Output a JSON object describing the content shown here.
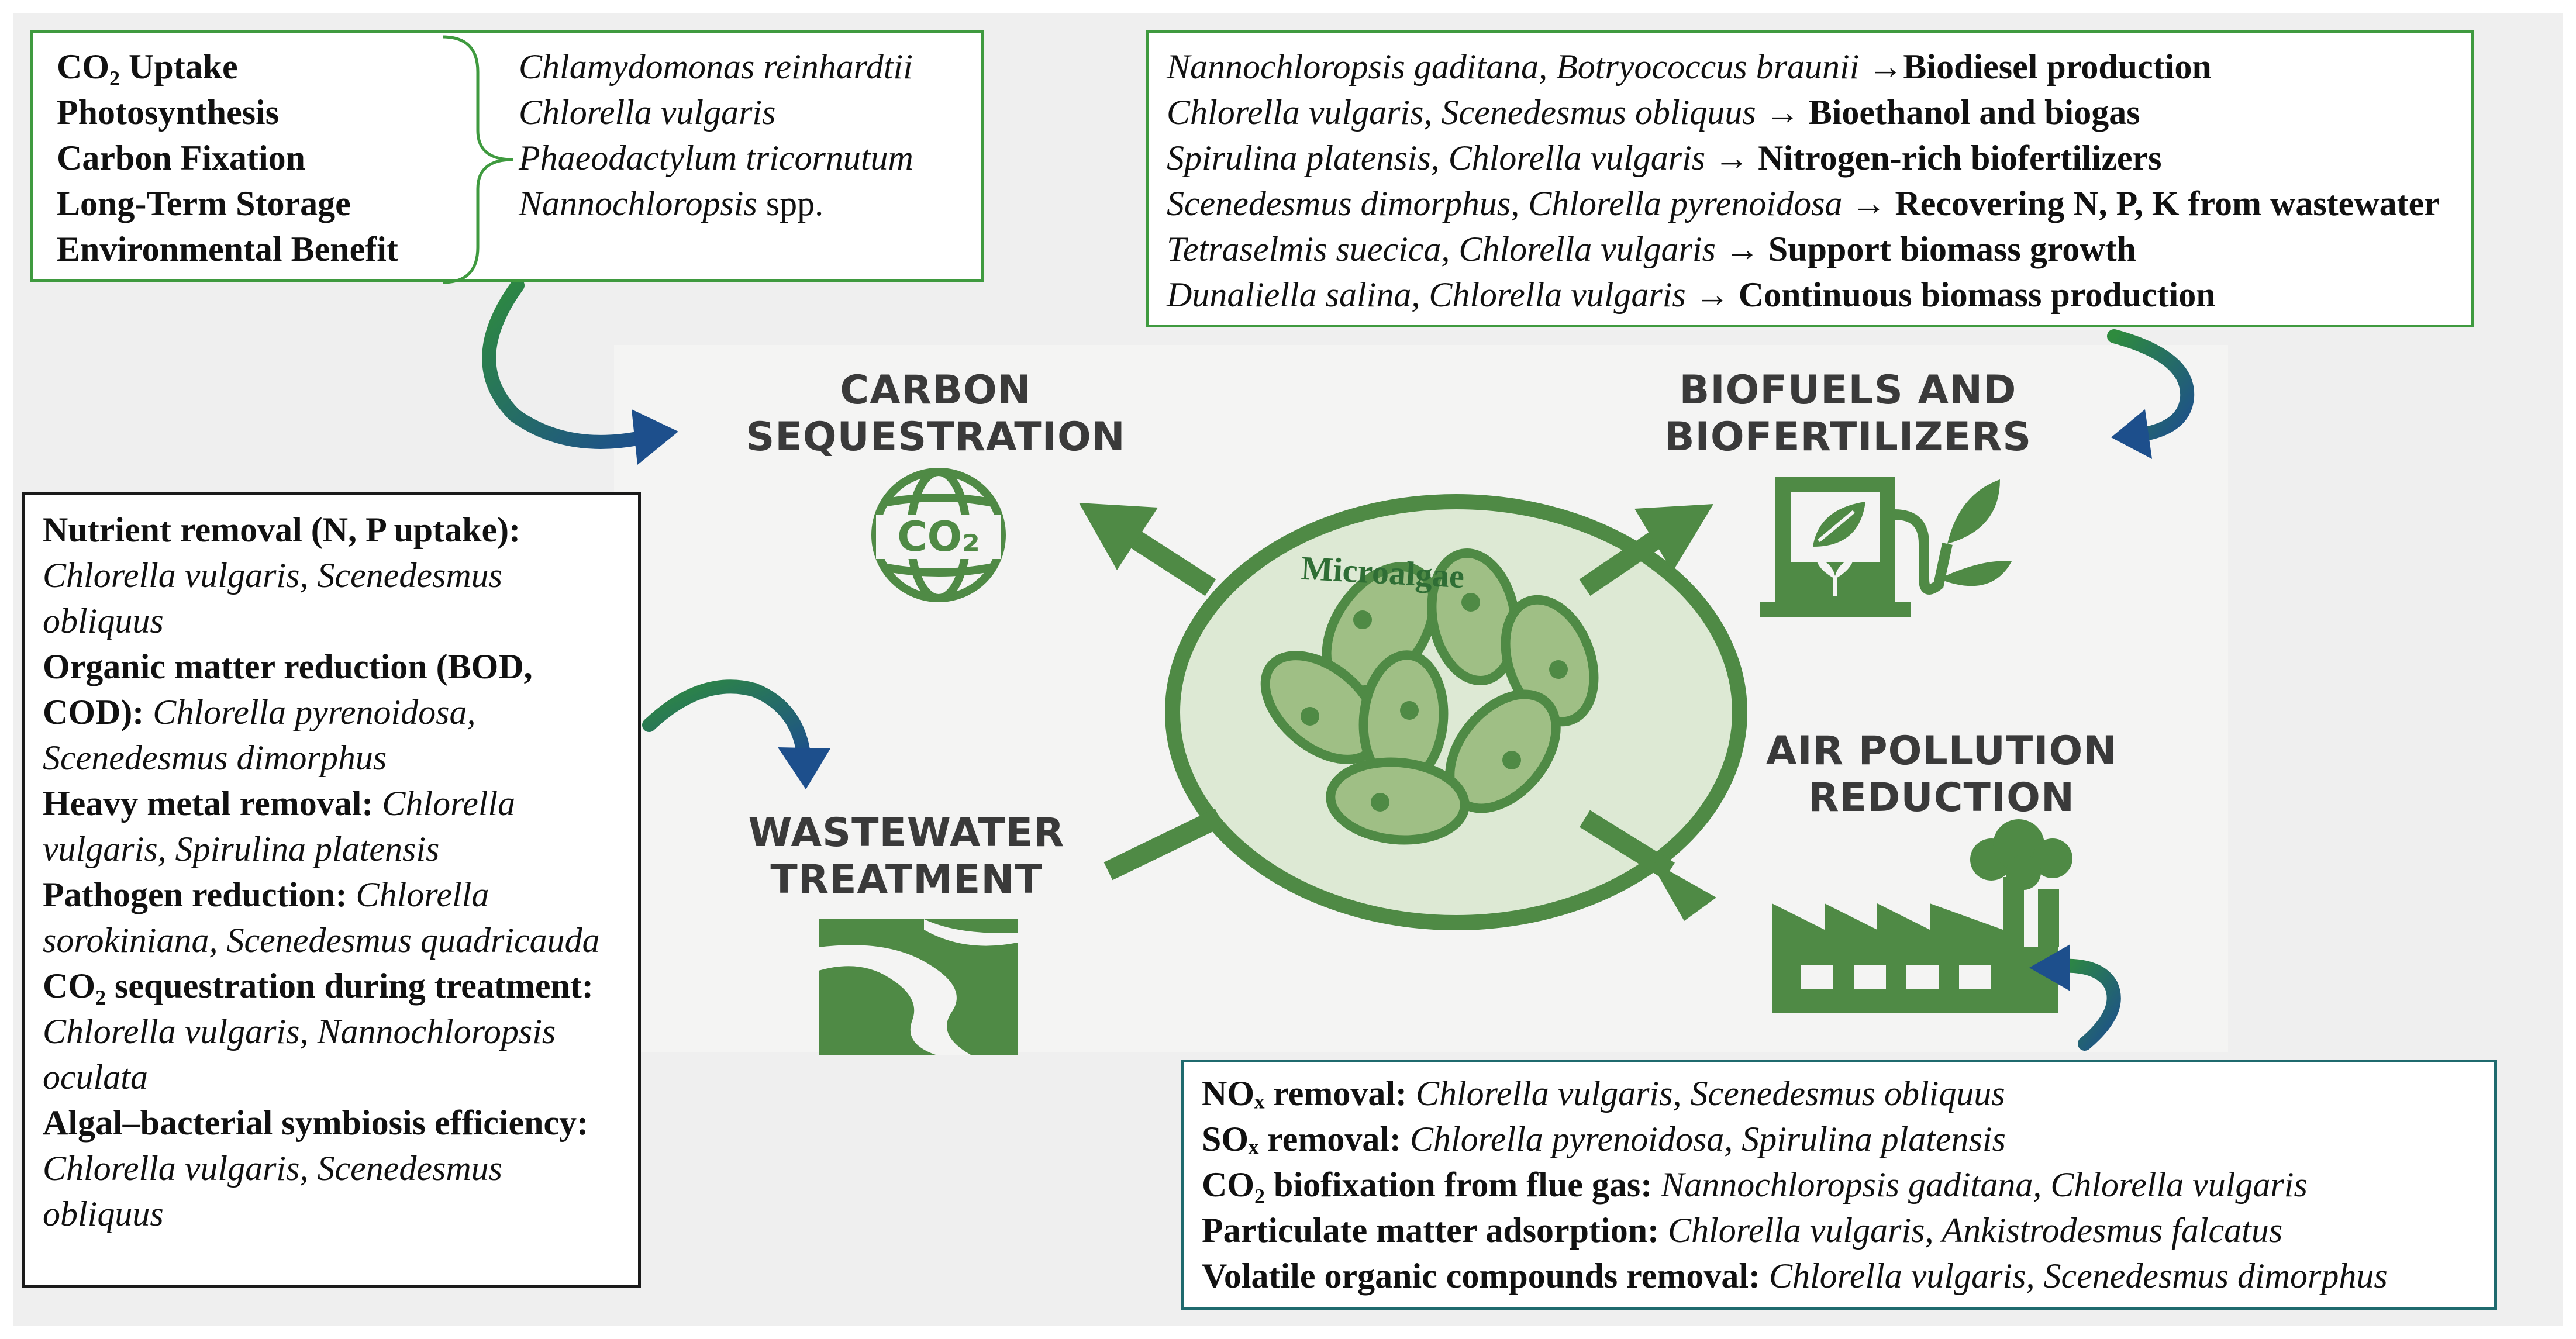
{
  "center": {
    "label": "Microalgae"
  },
  "sections": {
    "carbon": {
      "line1": "CARBON",
      "line2": "SEQUESTRATION",
      "icon_text": "CO₂"
    },
    "biofuels": {
      "line1": "BIOFUELS AND",
      "line2": "BIOFERTILIZERS"
    },
    "wastewater": {
      "line1": "WASTEWATER",
      "line2": "TREATMENT"
    },
    "air": {
      "line1": "AIR POLLUTION",
      "line2": "REDUCTION"
    }
  },
  "co2_box": {
    "topics": [
      "CO₂ Uptake",
      "Photosynthesis",
      "Carbon Fixation",
      "Long-Term Storage",
      "Environmental Benefit"
    ],
    "species": [
      {
        "name": "Chlamydomonas reinhardtii",
        "suffix": ""
      },
      {
        "name": "Chlorella vulgaris",
        "suffix": ""
      },
      {
        "name": "Phaeodactylum tricornutum",
        "suffix": ""
      },
      {
        "name": "Nannochloropsis",
        "suffix": " spp."
      }
    ]
  },
  "bio_box": {
    "items": [
      {
        "species": "Nannochloropsis gaditana, Botryococcus braunii ",
        "arrow": "→",
        "use": "Biodiesel production"
      },
      {
        "species": "Chlorella vulgaris, Scenedesmus obliquus ",
        "arrow": "→ ",
        "use": "Bioethanol and biogas"
      },
      {
        "species": "Spirulina platensis, Chlorella vulgaris ",
        "arrow": "→ ",
        "use": "Nitrogen-rich biofertilizers"
      },
      {
        "species": "Scenedesmus dimorphus, Chlorella pyrenoidosa ",
        "arrow": "→ ",
        "use": "Recovering N, P, K from wastewater"
      },
      {
        "species": "Tetraselmis suecica, Chlorella vulgaris ",
        "arrow": "→ ",
        "use": "Support biomass growth"
      },
      {
        "species": "Dunaliella salina, Chlorella vulgaris ",
        "arrow": "→ ",
        "use": "Continuous biomass production"
      }
    ]
  },
  "ww_box": {
    "items": [
      {
        "label": "Nutrient removal (N, P uptake):",
        "species": "Chlorella vulgaris, Scenedesmus obliquus"
      },
      {
        "label": "Organic matter reduction (BOD, COD):",
        "species": "Chlorella pyrenoidosa, Scenedesmus dimorphus"
      },
      {
        "label": "Heavy metal removal:",
        "species": "Chlorella vulgaris, Spirulina platensis"
      },
      {
        "label": "Pathogen reduction:",
        "species": "Chlorella sorokiniana, Scenedesmus quadricauda"
      },
      {
        "label": "CO₂ sequestration during treatment:",
        "species": "Chlorella vulgaris, Nannochloropsis oculata"
      },
      {
        "label": "Algal–bacterial symbiosis efficiency:",
        "species": "Chlorella vulgaris, Scenedesmus obliquus"
      }
    ]
  },
  "air_box": {
    "items": [
      {
        "label": "NOₓ removal:",
        "species": "Chlorella vulgaris, Scenedesmus obliquus"
      },
      {
        "label": "SOₓ removal:",
        "species": "Chlorella pyrenoidosa, Spirulina platensis"
      },
      {
        "label": "CO₂ biofixation from flue gas:",
        "species": "Nannochloropsis gaditana, Chlorella vulgaris"
      },
      {
        "label": "Particulate matter adsorption:",
        "species": "Chlorella vulgaris, Ankistrodesmus falcatus"
      },
      {
        "label": "Volatile organic compounds removal:",
        "species": "Chlorella vulgaris, Scenedesmus dimorphus"
      }
    ]
  },
  "colors": {
    "green": "#4f8a45",
    "light_green": "#dde9d4",
    "dark_green": "#2f6e35",
    "blue": "#1d4f8c"
  }
}
